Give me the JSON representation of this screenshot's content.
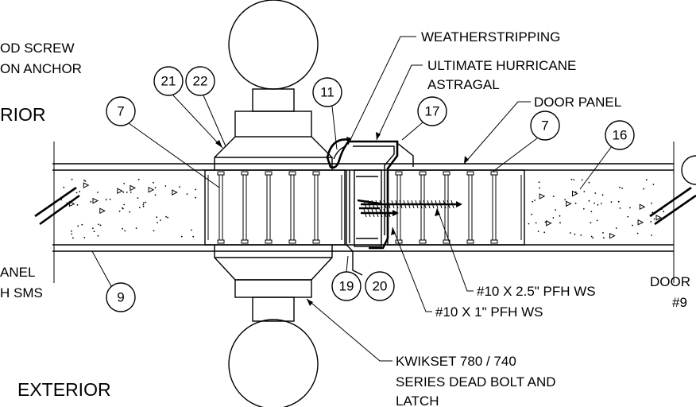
{
  "labels": {
    "top_left_1": "OD SCREW",
    "top_left_2": "ON ANCHOR",
    "interior": "RIOR",
    "exterior": "EXTERIOR",
    "left_panel_1": "ANEL",
    "left_panel_2": "H SMS",
    "weatherstripping": "WEATHERSTRIPPING",
    "astragal_1": "ULTIMATE HURRICANE",
    "astragal_2": "ASTRAGAL",
    "door_panel": "DOOR PANEL",
    "screw_long": "#10 X 2.5\" PFH WS",
    "screw_short": "#10 X 1\" PFH WS",
    "kwikset_1": "KWIKSET 780 / 740",
    "kwikset_2": "SERIES DEAD BOLT AND",
    "kwikset_3": "LATCH",
    "right_door_1": "DOOR",
    "right_door_2": "#9"
  },
  "callouts": {
    "c21": "21",
    "c22": "22",
    "c11": "11",
    "c17": "17",
    "c7a": "7",
    "c7b": "7",
    "c16": "16",
    "c9": "9",
    "c19": "19",
    "c20": "20"
  }
}
